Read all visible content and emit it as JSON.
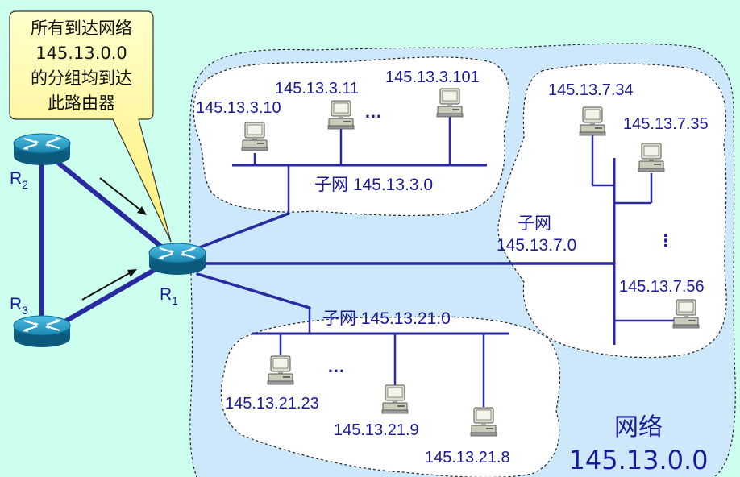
{
  "callout": {
    "lines": [
      "所有到达网络",
      "145.13.0.0",
      "的分组均到达",
      "此路由器"
    ]
  },
  "routers": {
    "r1": "R",
    "r1_sub": "1",
    "r2": "R",
    "r2_sub": "2",
    "r3": "R",
    "r3_sub": "3"
  },
  "subnet3": {
    "label": "子网 145.13.3.0",
    "hosts": [
      "145.13.3.10",
      "145.13.3.11",
      "145.13.3.101"
    ],
    "ellipsis": "…"
  },
  "subnet7": {
    "label_line1": "子网",
    "label_line2": "145.13.7.0",
    "hosts": [
      "145.13.7.34",
      "145.13.7.35",
      "145.13.7.56"
    ],
    "ellipsis": "⋮"
  },
  "subnet21": {
    "label": "子网 145.13.21.0",
    "hosts": [
      "145.13.21.23",
      "145.13.21.9",
      "145.13.21.8"
    ],
    "ellipsis": "…"
  },
  "network": {
    "label_line1": "网络",
    "label_line2": "145.13.0.0"
  },
  "colors": {
    "background": "#ccffee",
    "network_fill": "#cde8fb",
    "subnet_fill": "#ffffff",
    "link": "#2a2aa0",
    "text": "#1a1a99",
    "callout_fill": "#ffff99",
    "router": "#1a8ab0"
  }
}
